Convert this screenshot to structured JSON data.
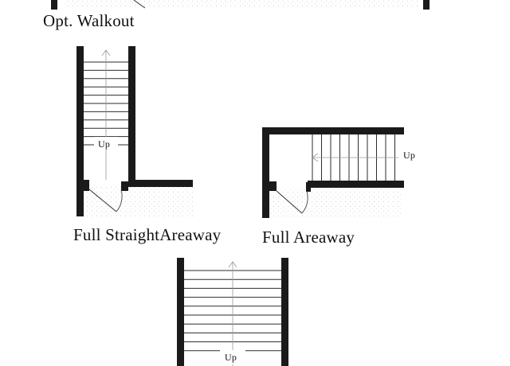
{
  "colors": {
    "wall": "#1a1a1a",
    "tread": "#2b2b2b",
    "guide": "#9a9a9a",
    "hatch": "#e4e4e4",
    "background": "#ffffff"
  },
  "labels": {
    "walkout": "Opt. Walkout",
    "straight_areaway": "Full StraightAreaway",
    "full_areaway": "Full Areaway",
    "up_straight": "Up",
    "up_areaway": "Up",
    "up_bottom": "Up"
  },
  "icons": {
    "door_swing": "door-swing-icon",
    "up_arrow": "up-arrow-icon"
  }
}
